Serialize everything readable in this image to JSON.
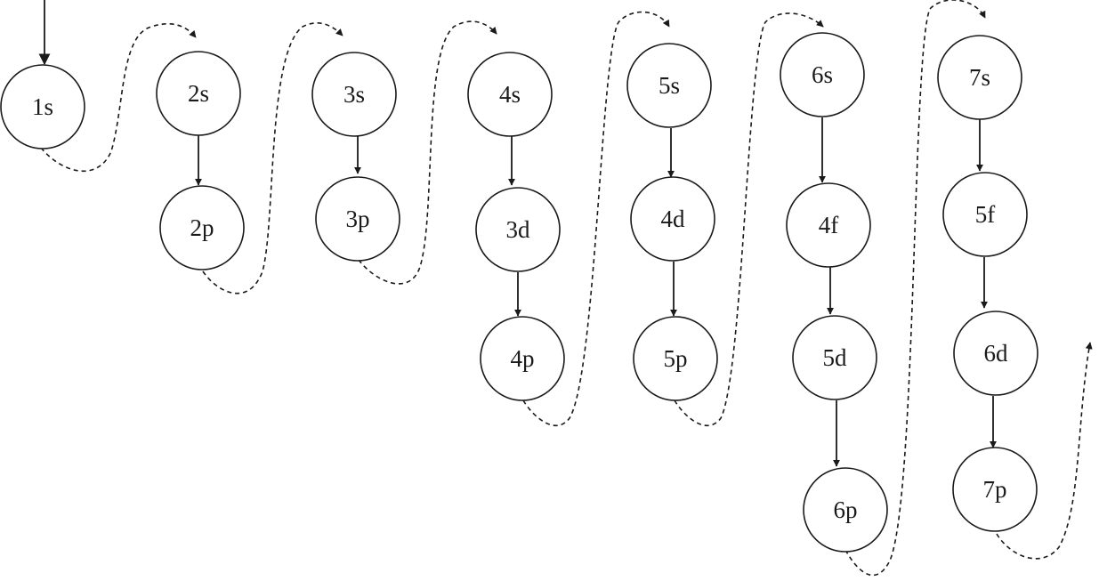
{
  "diagram": {
    "orbitals": [
      {
        "id": "1s",
        "label": "1s"
      },
      {
        "id": "2s",
        "label": "2s"
      },
      {
        "id": "2p",
        "label": "2p"
      },
      {
        "id": "3s",
        "label": "3s"
      },
      {
        "id": "3p",
        "label": "3p"
      },
      {
        "id": "4s",
        "label": "4s"
      },
      {
        "id": "3d",
        "label": "3d"
      },
      {
        "id": "4p",
        "label": "4p"
      },
      {
        "id": "5s",
        "label": "5s"
      },
      {
        "id": "4d",
        "label": "4d"
      },
      {
        "id": "5p",
        "label": "5p"
      },
      {
        "id": "6s",
        "label": "6s"
      },
      {
        "id": "4f",
        "label": "4f"
      },
      {
        "id": "5d",
        "label": "5d"
      },
      {
        "id": "6p",
        "label": "6p"
      },
      {
        "id": "7s",
        "label": "7s"
      },
      {
        "id": "5f",
        "label": "5f"
      },
      {
        "id": "6d",
        "label": "6d"
      },
      {
        "id": "7p",
        "label": "7p"
      }
    ]
  }
}
